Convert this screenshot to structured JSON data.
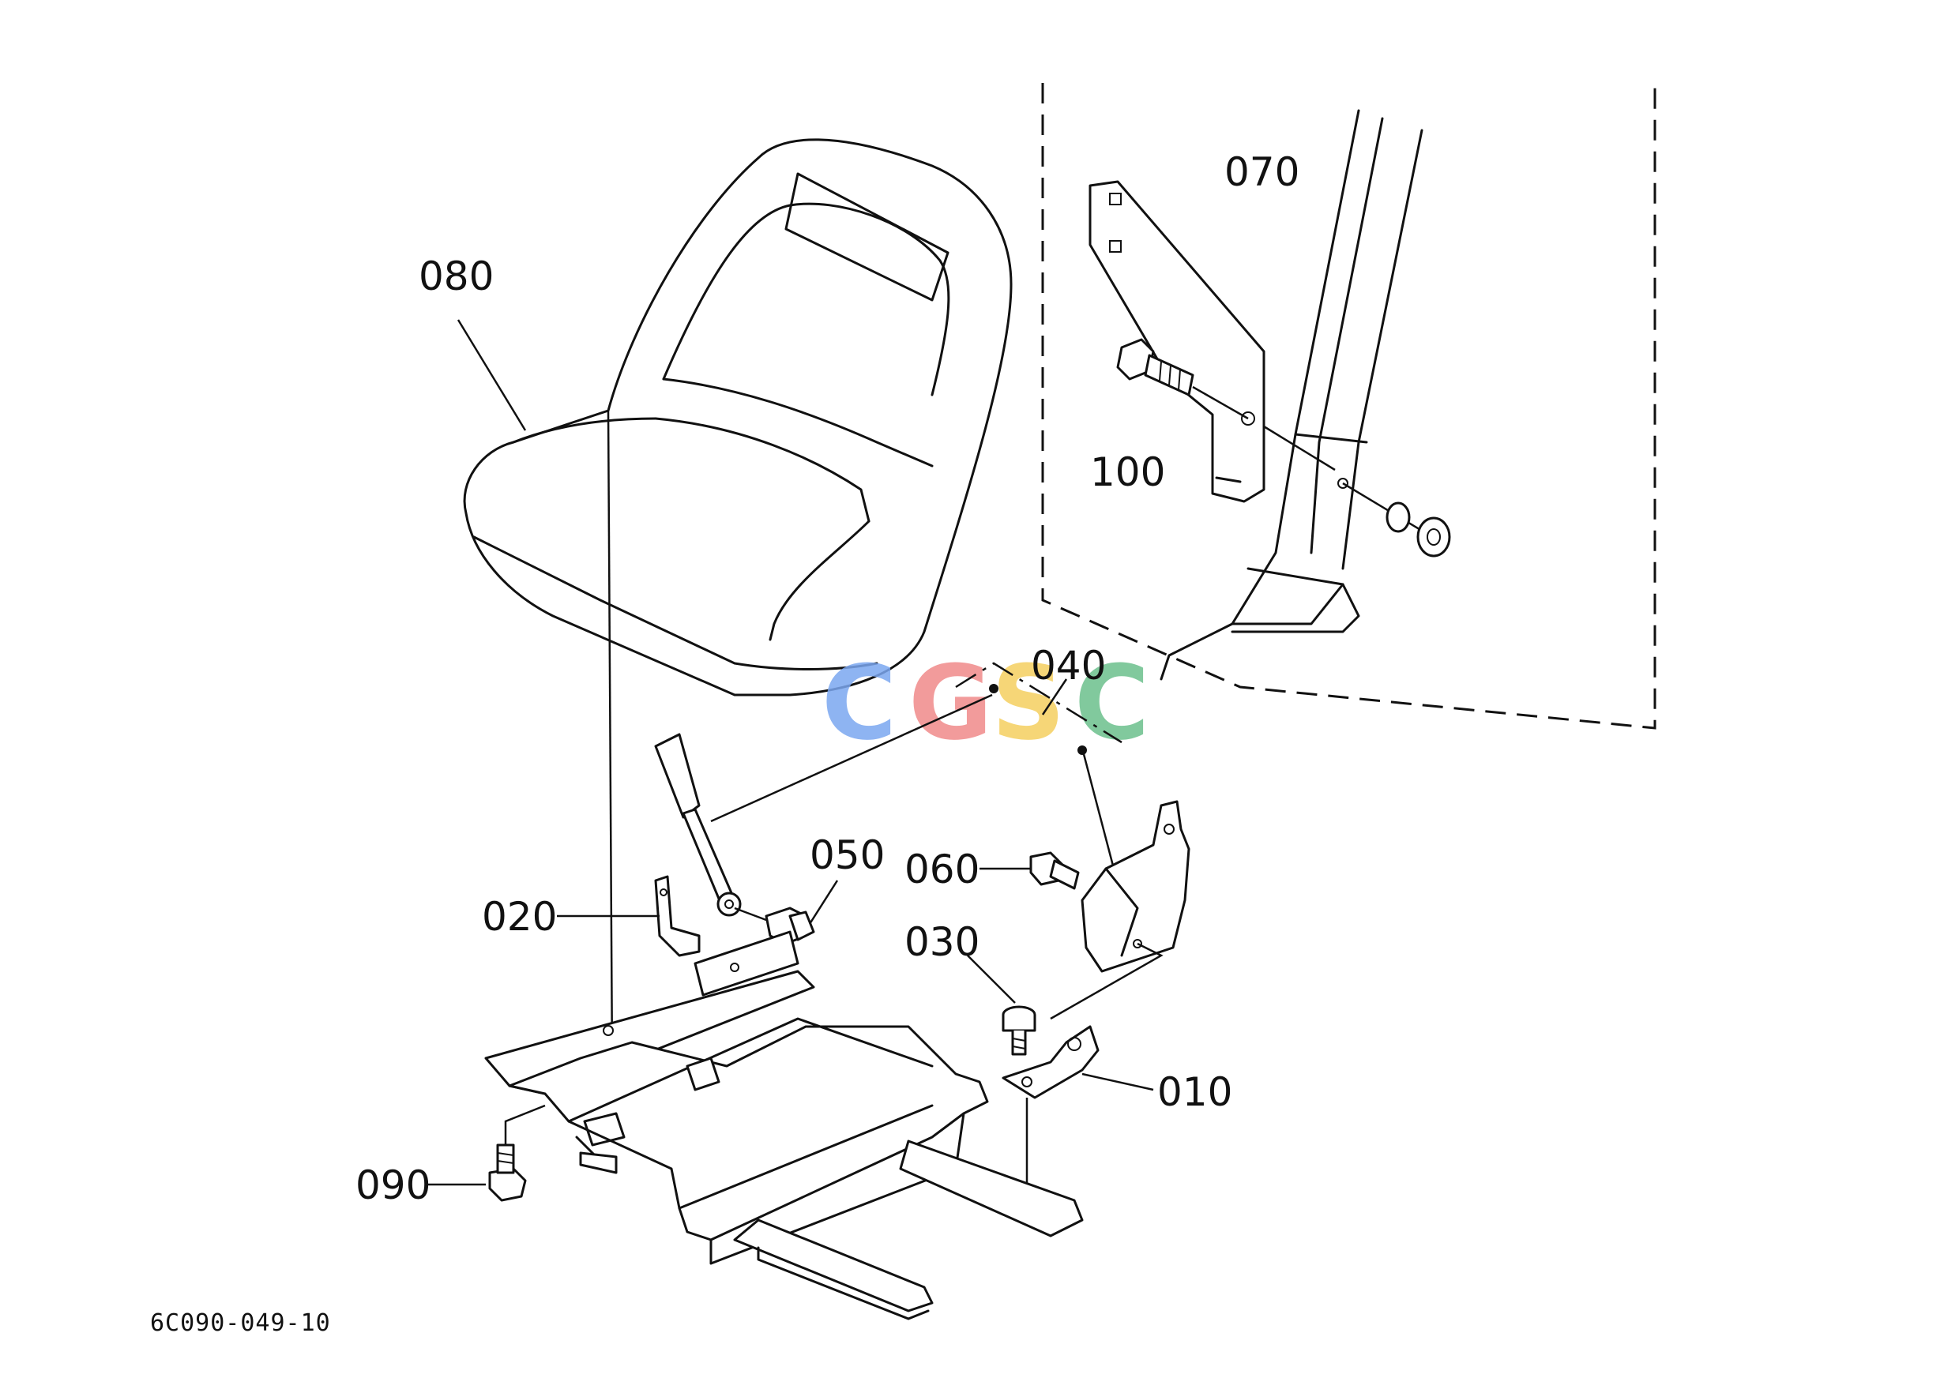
{
  "diagram": {
    "callouts": {
      "p010": "010",
      "p020": "020",
      "p030": "030",
      "p040": "040",
      "p050": "050",
      "p060": "060",
      "p070": "070",
      "p080": "080",
      "p090": "090",
      "p100": "100"
    },
    "drawing_number": "6C090-049-10"
  },
  "watermark": {
    "letters": [
      "C",
      "G",
      "S",
      "C"
    ],
    "colors": [
      "#7ba7f0",
      "#f08a8a",
      "#f5d060",
      "#6cc08c"
    ]
  }
}
